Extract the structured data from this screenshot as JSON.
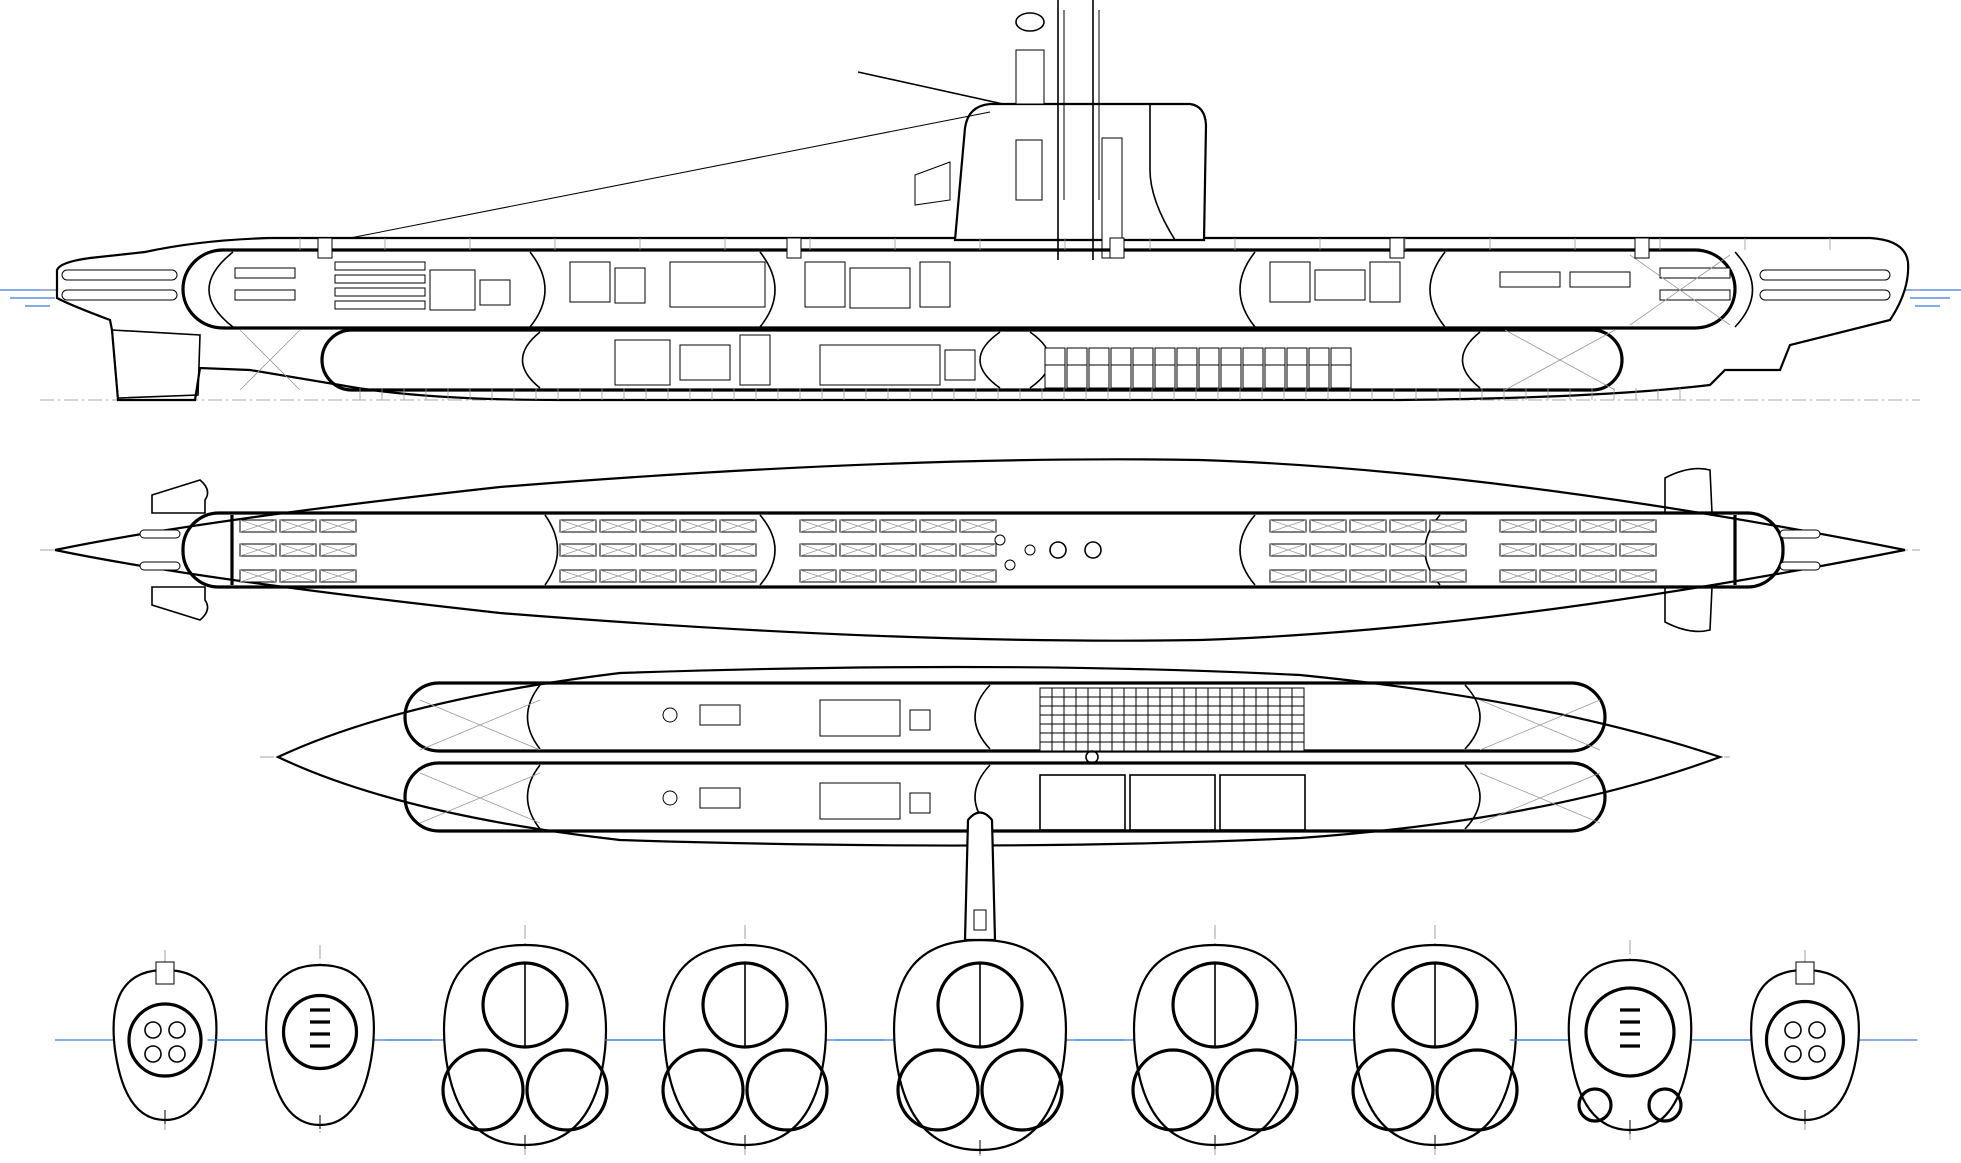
{
  "colors": {
    "line": "#000000",
    "construction": "#9a9a9a",
    "centerline": "#888888",
    "waterline": "#3a7bd5",
    "background": "#ffffff"
  },
  "views": [
    {
      "name": "side-profile",
      "kind": "elevation"
    },
    {
      "name": "upper-deck-plan",
      "kind": "plan"
    },
    {
      "name": "lower-deck-plan",
      "kind": "plan"
    },
    {
      "name": "hull-cross-sections",
      "kind": "sections",
      "count": 9
    }
  ],
  "icons": [
    "periscope-mast-icon",
    "ensign-flag-icon",
    "torpedo-tube-icon",
    "battery-cell-icon"
  ]
}
